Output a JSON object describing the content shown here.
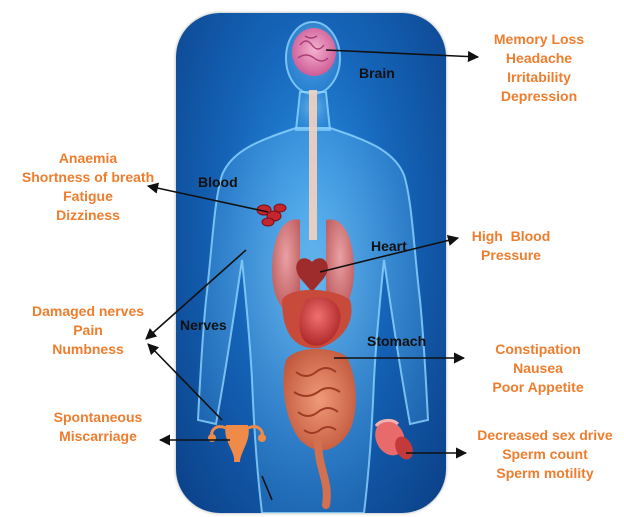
{
  "organs": {
    "brain": "Brain",
    "blood": "Blood",
    "heart": "Heart",
    "nerves": "Nerves",
    "stomach": "Stomach"
  },
  "symptoms": {
    "brain": [
      "Memory Loss",
      "Headache",
      "Irritability",
      "Depression"
    ],
    "blood": [
      "Anaemia",
      "Shortness of breath",
      "Fatigue",
      "Dizziness"
    ],
    "heart": [
      "High  Blood",
      "Pressure"
    ],
    "nerves": [
      "Damaged nerves",
      "Pain",
      "Numbness"
    ],
    "stomach": [
      "Constipation",
      "Nausea",
      "Poor Appetite"
    ],
    "female_reproductive": [
      "Spontaneous",
      "Miscarriage"
    ],
    "male_reproductive": [
      "Decreased sex drive",
      "Sperm count",
      "Sperm motility"
    ]
  },
  "colors": {
    "symptom_text": "#ee7d2e",
    "label_text": "#111111",
    "panel_blue": "#1564b8",
    "body_glow": "#7fd0ff",
    "brain": "#e57fb0",
    "organ_red": "#d94d4d"
  }
}
